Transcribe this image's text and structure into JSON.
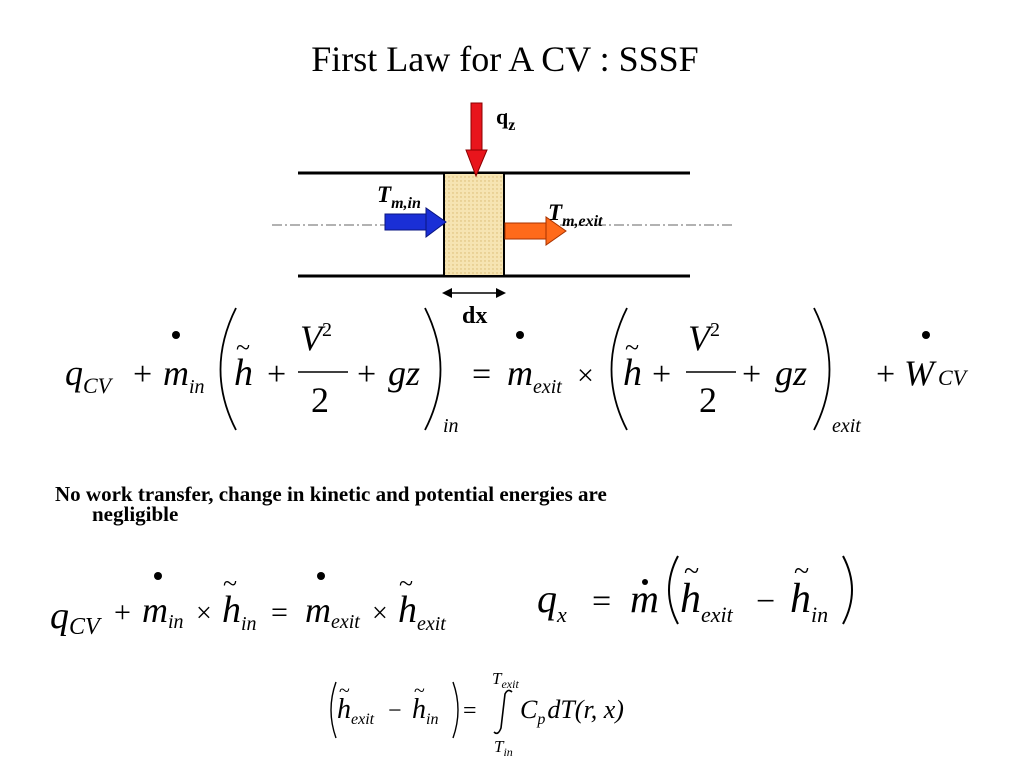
{
  "slide": {
    "title": "First Law for A CV : SSSF",
    "note_line1": "No work transfer, change in kinetic and potential energies are",
    "note_line2": "negligible"
  },
  "diagram": {
    "heat_label": "q",
    "heat_sub": "z",
    "inlet_temp": "T",
    "inlet_sub": "m,in",
    "exit_temp": "T",
    "exit_sub": "m,exit",
    "width_label": "dx",
    "colors": {
      "heat_arrow": "#e8151c",
      "inlet_arrow": "#1a2fd6",
      "exit_arrow": "#ff6a1a",
      "element_fill": "#f6e4b2"
    }
  },
  "equations": {
    "energy_balance": {
      "q": "q",
      "cv": "CV",
      "plus": "+",
      "m": "m",
      "in": "in",
      "exit": "exit",
      "h": "h",
      "v": "V",
      "two": "2",
      "gz": "gz",
      "eq": "=",
      "times": "×",
      "w": "W",
      "tilde": "~",
      "dot": "•"
    },
    "simplified_balance": {
      "q": "q",
      "cv": "CV",
      "m": "m",
      "h": "h",
      "in": "in",
      "exit": "exit"
    },
    "heat_rate": {
      "qx": "q",
      "x": "x",
      "mdot": "m",
      "h": "h",
      "exit": "exit",
      "in": "in",
      "minus": "−"
    },
    "enthalpy_integral": {
      "upper": "T",
      "upper_sub": "exit",
      "lower": "T",
      "lower_sub": "in",
      "integrand": "C",
      "integrand_sub": "p",
      "rest": "dT(r, x)"
    }
  }
}
